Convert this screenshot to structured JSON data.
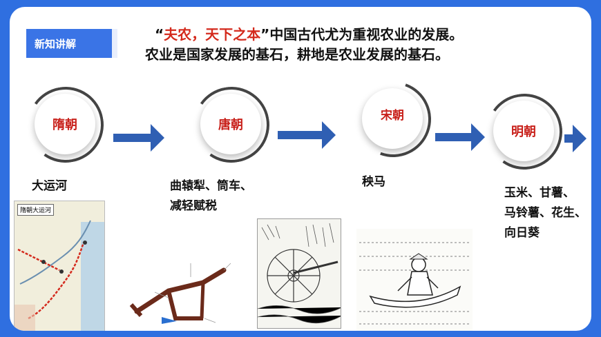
{
  "badge": "新知讲解",
  "title": {
    "quote_open": "“",
    "highlight": "夫农，天下之本",
    "quote_close": "”",
    "rest": "中国古代尤为重视农业的发展。",
    "line2": "农业是国家发展的基石，耕地是农业发展的基石。"
  },
  "timeline": [
    {
      "dynasty": "隋朝",
      "caption": [
        "大运河"
      ]
    },
    {
      "dynasty": "唐朝",
      "caption": [
        "曲辕犁、筒车、",
        "减轻赋税"
      ]
    },
    {
      "dynasty": "宋朝",
      "caption": [
        "秧马"
      ]
    },
    {
      "dynasty": "明朝",
      "caption": [
        "玉米、甘薯、",
        "马铃薯、花生、",
        "向日葵"
      ]
    }
  ],
  "map_label": "隋朝大运河",
  "colors": {
    "frame": "#2f6fe0",
    "accent_red": "#d42a1d",
    "arrow": "#2f5fb3"
  }
}
